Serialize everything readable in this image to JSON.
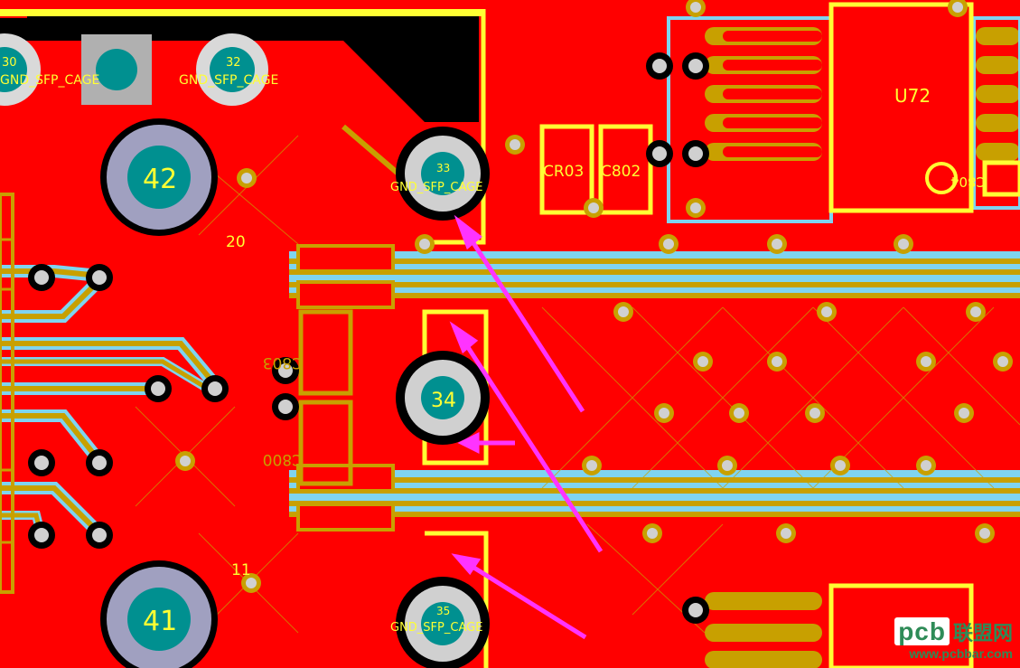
{
  "colors": {
    "copper_top": "#ff0000",
    "trace_inner": "#c8a000",
    "clearance": "#7fd4f0",
    "silkscreen": "#ffff33",
    "pad_teal": "#009090",
    "pad_ring": "#a0a0c0",
    "arrow": "#ff33ff",
    "black_region": "#000000"
  },
  "labels": {
    "pad30": "30",
    "pad32": "32",
    "pad33": "33",
    "pad34": "34",
    "pad35": "35",
    "pad41": "41",
    "pad42": "42",
    "net_left": "GND_SFP_CAGE",
    "net_mid": "GND_SFP_CAGE",
    "net_33": "GND_SFP_CAGE",
    "net_35": "GND_SFP_CAGE",
    "num20": "20",
    "num11": "11",
    "u72": "U72",
    "cr03": "CR03",
    "c802": "C802",
    "c804": "C804",
    "c803": "C803",
    "c800": "C800"
  },
  "watermark": {
    "logo": "pcb",
    "cn": "联盟网",
    "url": "www.pcbbar.com"
  }
}
